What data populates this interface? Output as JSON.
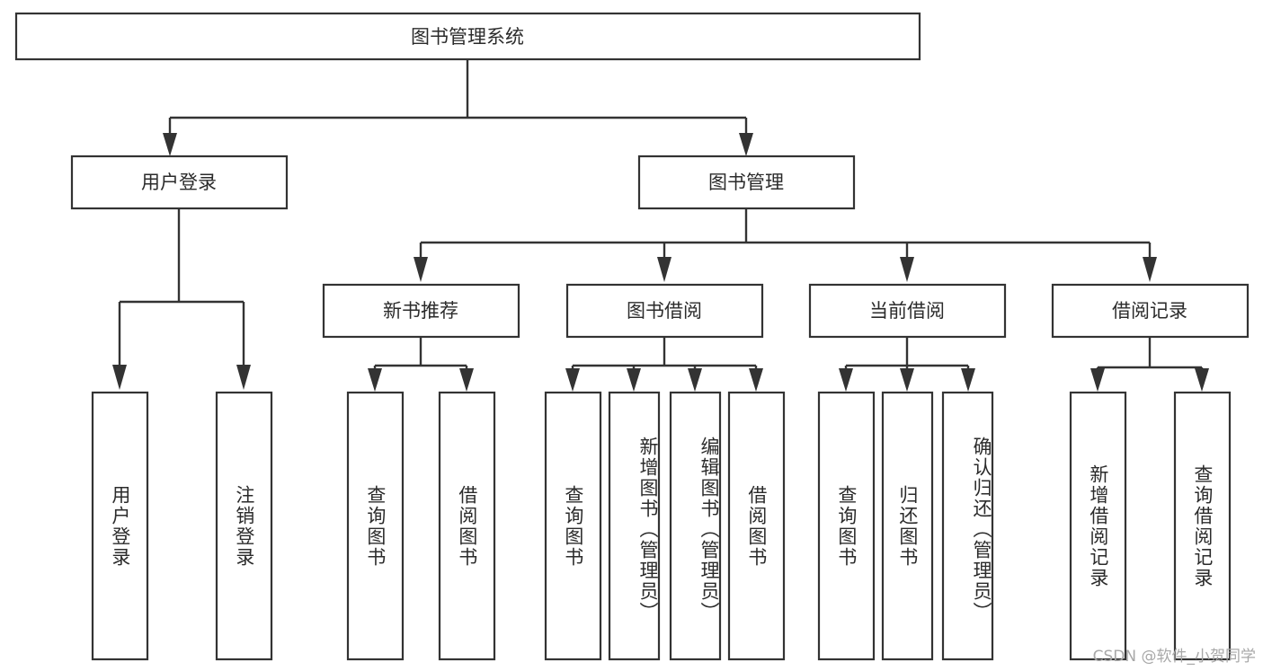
{
  "diagram": {
    "type": "tree",
    "title": "图书管理系统",
    "root": {
      "id": "root",
      "label": "图书管理系统"
    },
    "tier1": [
      {
        "id": "user-login",
        "label": "用户登录"
      },
      {
        "id": "book-management",
        "label": "图书管理"
      }
    ],
    "tier2": [
      {
        "id": "new-book-recommend",
        "label": "新书推荐",
        "parent": "book-management"
      },
      {
        "id": "book-borrow",
        "label": "图书借阅",
        "parent": "book-management"
      },
      {
        "id": "current-borrow",
        "label": "当前借阅",
        "parent": "book-management"
      },
      {
        "id": "borrow-record",
        "label": "借阅记录",
        "parent": "book-management"
      }
    ],
    "leaves": {
      "user_login": [
        {
          "id": "leaf-user-login",
          "label": "用户登录"
        },
        {
          "id": "leaf-logout-login",
          "label": "注销登录"
        }
      ],
      "new_book_recommend": [
        {
          "id": "leaf-query-book-1",
          "label": "查询图书"
        },
        {
          "id": "leaf-borrow-book-1",
          "label": "借阅图书"
        }
      ],
      "book_borrow": [
        {
          "id": "leaf-query-book-2",
          "label": "查询图书"
        },
        {
          "id": "leaf-add-book",
          "label": "新增图书（管理员）"
        },
        {
          "id": "leaf-edit-book",
          "label": "编辑图书（管理员）"
        },
        {
          "id": "leaf-borrow-book-2",
          "label": "借阅图书"
        }
      ],
      "current_borrow": [
        {
          "id": "leaf-query-book-3",
          "label": "查询图书"
        },
        {
          "id": "leaf-return-book",
          "label": "归还图书"
        },
        {
          "id": "leaf-confirm-return",
          "label": "确认归还（管理员）"
        }
      ],
      "borrow_record": [
        {
          "id": "leaf-add-record",
          "label": "新增借阅记录"
        },
        {
          "id": "leaf-query-record",
          "label": "查询借阅记录"
        }
      ]
    }
  },
  "colors": {
    "background": "#ffffff",
    "box_fill": "#ffffff",
    "box_stroke": "#333333",
    "connector": "#333333",
    "text": "#2b2b2b",
    "watermark": "#a8a8a8"
  },
  "watermark": {
    "text": "CSDN @软件_小贺同学"
  }
}
